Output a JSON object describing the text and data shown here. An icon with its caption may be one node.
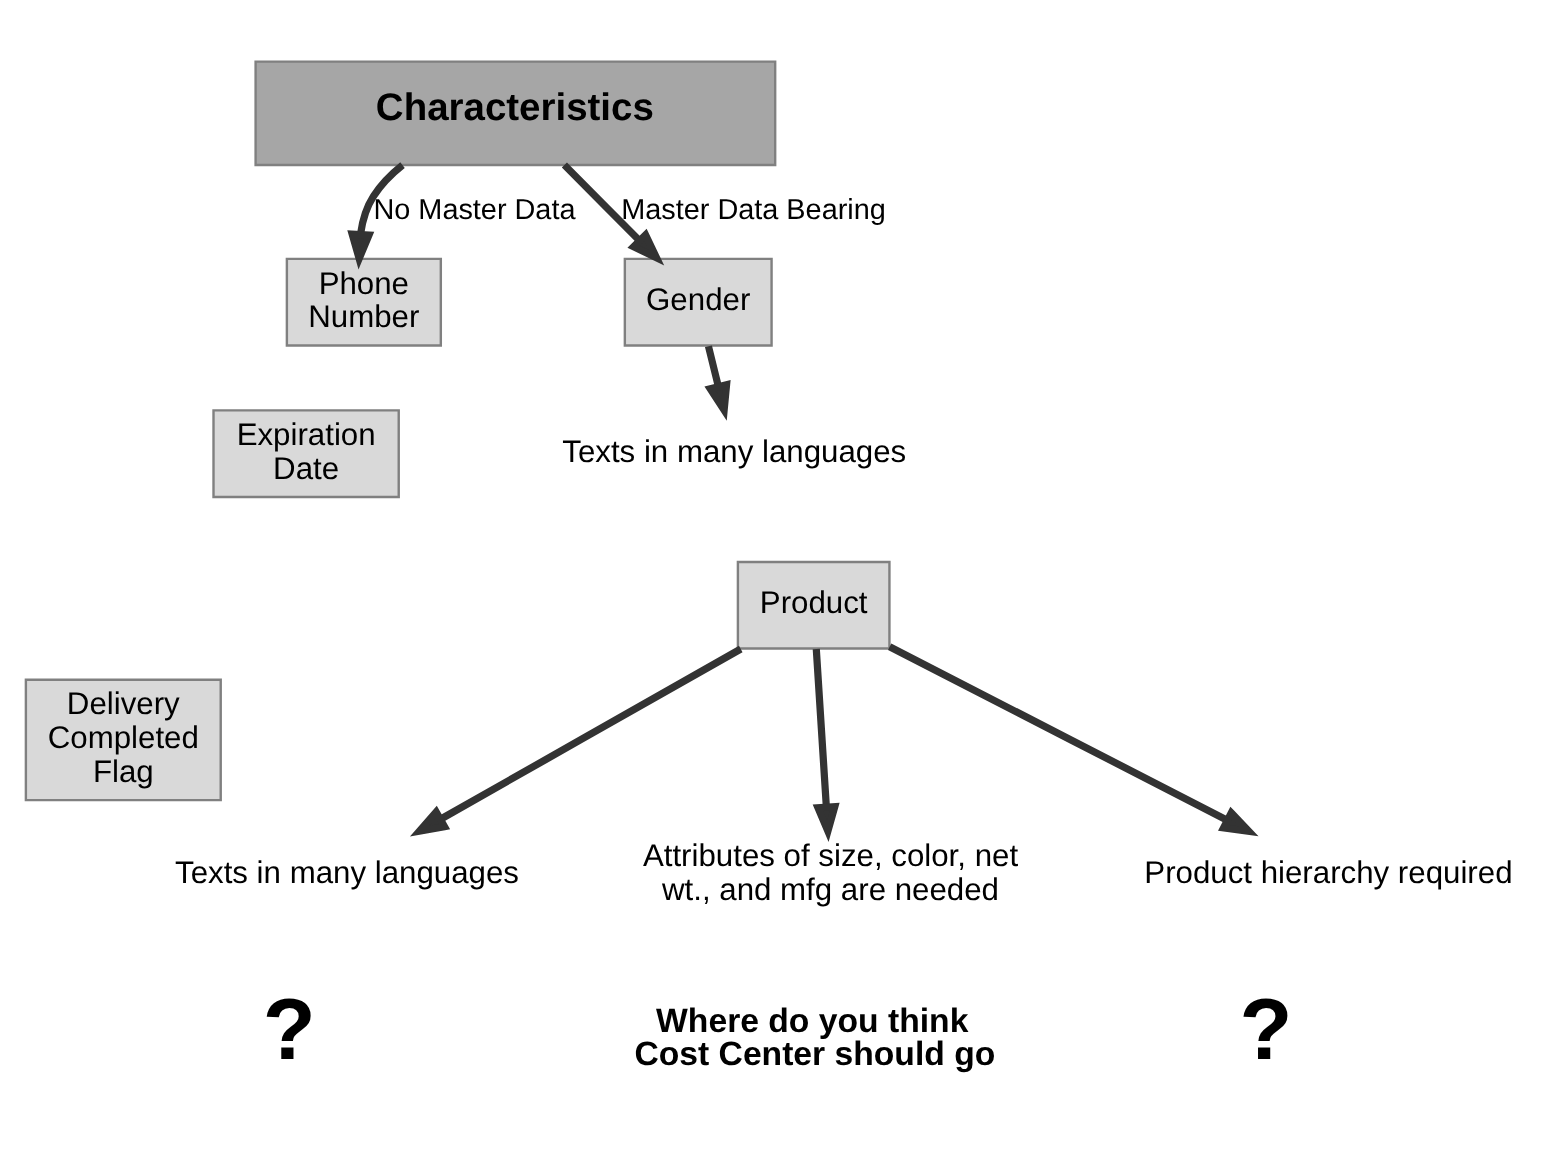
{
  "diagram": {
    "nodes": [
      {
        "text": [
          "Characteristics"
        ]
      },
      {
        "text": [
          "Phone Number"
        ]
      },
      {
        "text": [
          "Expiration Date"
        ]
      },
      {
        "text": [
          "Delivery Completed Flag"
        ]
      },
      {
        "text": [
          "Gender"
        ]
      },
      {
        "text": [
          "Texts in many languages"
        ]
      },
      {
        "text": [
          "Product"
        ]
      },
      {
        "text": [
          "Texts in many languages"
        ]
      },
      {
        "text": [
          "Attributes of size, color, net wt., and mfg are needed"
        ]
      },
      {
        "text": [
          "Product hierarchy required"
        ]
      }
    ],
    "edges": [
      {
        "from": 0,
        "to": 1,
        "arrow": "to",
        "label": "No Master Data"
      },
      {
        "from": 0,
        "to": 4,
        "arrow": "to",
        "label": "Master Data Bearing"
      },
      {
        "from": 4,
        "to": 5,
        "arrow": "to"
      },
      {
        "from": 6,
        "to": 7,
        "arrow": "to"
      },
      {
        "from": 6,
        "to": 8,
        "arrow": "to"
      },
      {
        "from": 6,
        "to": 9,
        "arrow": "to"
      }
    ],
    "labels": [
      "?",
      "Where do you think Cost Center should go",
      "?"
    ]
  }
}
